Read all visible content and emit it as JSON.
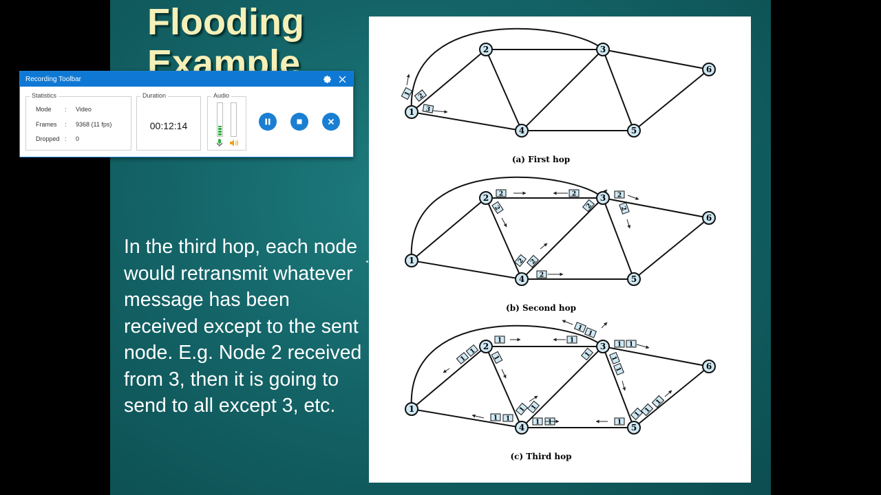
{
  "slide": {
    "title_line1": "Flooding",
    "title_line2": "Example",
    "body_text": "In the third hop, each node would retransmit whatever message has been received except to the sent node. E.g. Node 2 received from 3, then it is going to send to all except 3, etc."
  },
  "figure": {
    "nodes": [
      "1",
      "2",
      "3",
      "4",
      "5",
      "6"
    ],
    "captions": [
      "(a) First hop",
      "(b) Second hop",
      "(c) Third hop"
    ],
    "packet_labels": {
      "first_hop": [
        "1",
        "2",
        "3"
      ],
      "second_hop": [
        "2"
      ],
      "third_hop": [
        "1"
      ]
    }
  },
  "toolbar": {
    "title": "Recording Toolbar",
    "settings_icon": "gear-icon",
    "close_icon": "close-icon",
    "statistics": {
      "label": "Statistics",
      "rows": [
        {
          "key": "Mode",
          "sep": ":",
          "value": "Video"
        },
        {
          "key": "Frames",
          "sep": ":",
          "value": "9368 (11 fps)"
        },
        {
          "key": "Dropped",
          "sep": ":",
          "value": "0"
        }
      ]
    },
    "duration": {
      "label": "Duration",
      "value": "00:12:14"
    },
    "audio": {
      "label": "Audio",
      "mic_icon": "microphone-icon",
      "speaker_icon": "speaker-icon",
      "mic_level": 0.3,
      "speaker_level": 0.0
    },
    "buttons": {
      "pause": "pause-icon",
      "stop": "stop-icon",
      "cancel": "close-icon"
    },
    "colors": {
      "accent": "#0f78d4",
      "meter": "#2fae3c"
    }
  }
}
